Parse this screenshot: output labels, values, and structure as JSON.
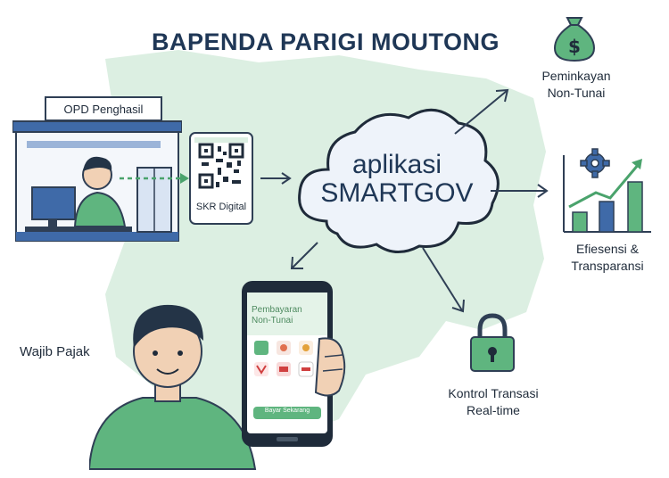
{
  "title": "BAPENDA PARIGI MOUTONG",
  "opd_label": "OPD Penghasil",
  "skr_label": "SKR Digital",
  "center": {
    "line1": "aplikasi",
    "line2": "SMARTGOV"
  },
  "outcomes": {
    "loan": {
      "line1": "Peminkayan",
      "line2": "Non-Tunai"
    },
    "efficiency": {
      "line1": "Efiesensi &",
      "line2": "Transparansi"
    },
    "control": {
      "line1": "Kontrol Transasi",
      "line2": "Real-time"
    }
  },
  "taxpayer_label": "Wajib Pajak",
  "phone": {
    "header_line1": "Pembayaran",
    "header_line2": "Non-Tunai",
    "button": "Bayar Sekarang"
  },
  "icons": [
    "money-bag-icon",
    "gear-icon",
    "bar-chart-icon",
    "padlock-icon",
    "qr-code-icon"
  ],
  "colors": {
    "accent_green": "#4aa36c",
    "navy": "#1f3756",
    "map_bg": "#dcefe2",
    "building_blue": "#3f6aa8"
  }
}
